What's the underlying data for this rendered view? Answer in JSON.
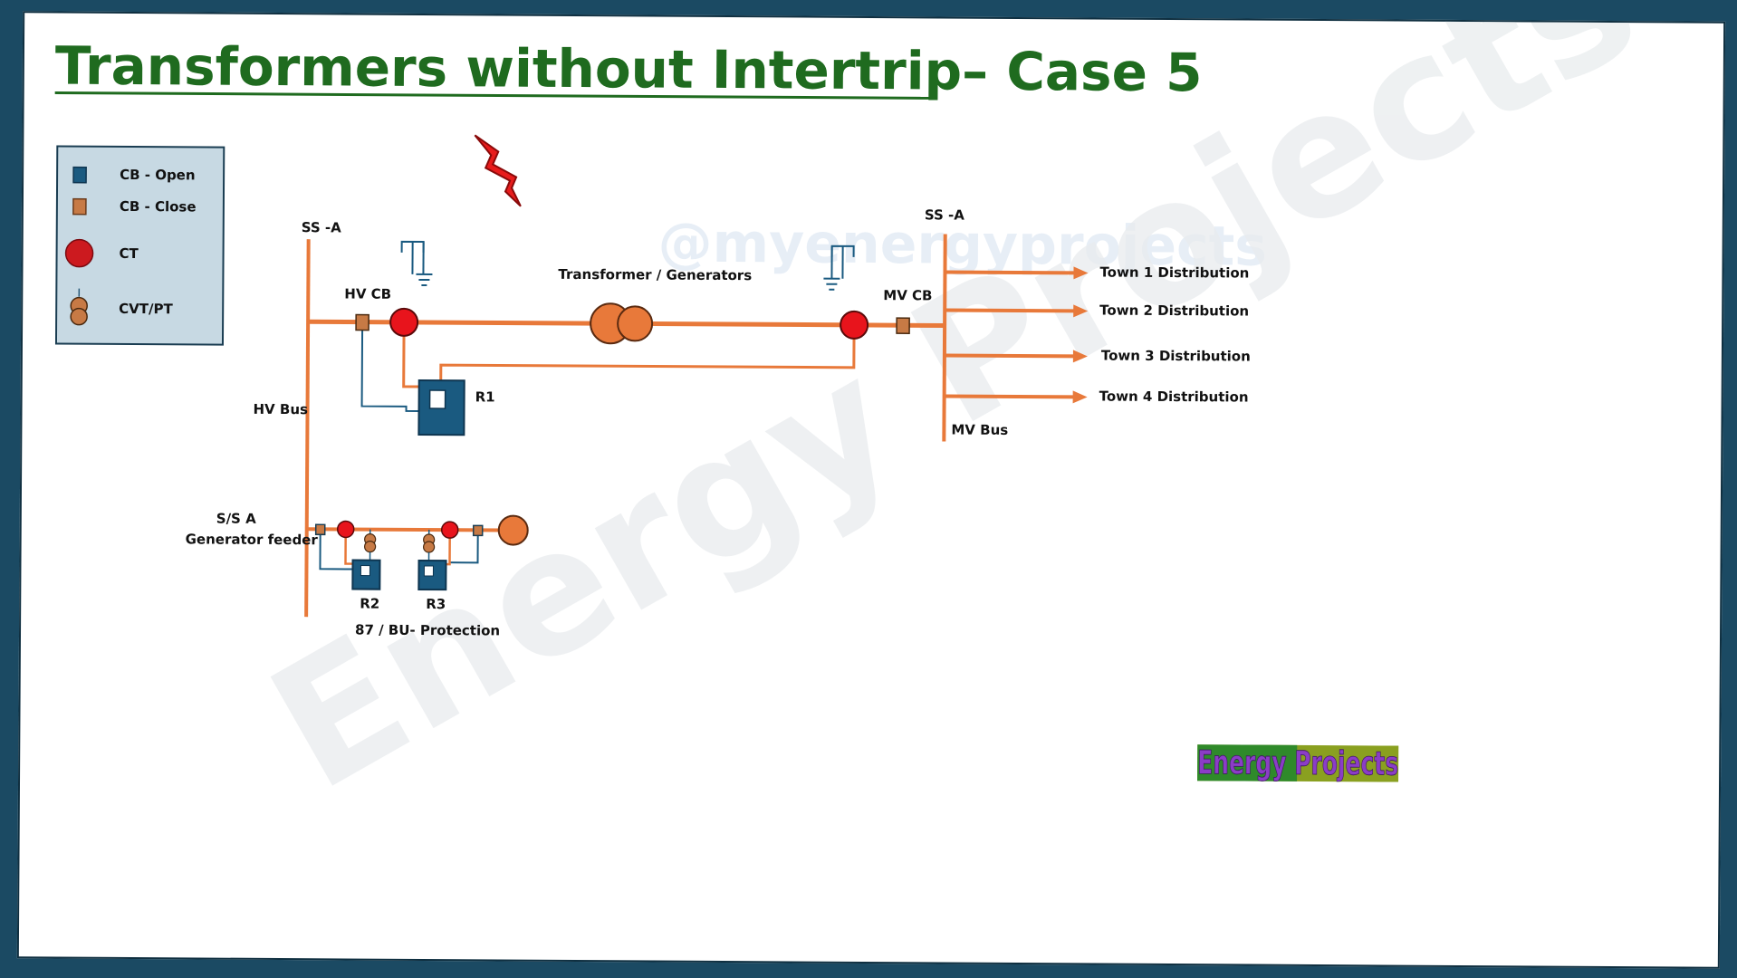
{
  "title": "Transformers  without Intertrip– Case 5",
  "watermark": {
    "handle": "@myenergyprojects",
    "big": "Energy Projects"
  },
  "legend": {
    "items": [
      {
        "symbol": "cb-open",
        "label": "CB - Open"
      },
      {
        "symbol": "cb-close",
        "label": "CB - Close"
      },
      {
        "symbol": "ct",
        "label": "CT"
      },
      {
        "symbol": "cvt",
        "label": "CVT/PT"
      }
    ]
  },
  "labels": {
    "ss_a_left": "SS -A",
    "ss_a_right": "SS -A",
    "hv_cb": "HV CB",
    "hv_bus": "HV Bus",
    "transformer": "Transformer / Generators",
    "mv_cb": "MV CB",
    "mv_bus": "MV Bus",
    "r1": "R1",
    "r2": "R2",
    "r3": "R3",
    "ssa_gen_line1": "S/S A",
    "ssa_gen_line2": "Generator feeder",
    "protection": "87 / BU- Protection"
  },
  "outputs": [
    "Town 1 Distribution",
    "Town 2 Distribution",
    "Town 3 Distribution",
    "Town 4 Distribution"
  ],
  "logo": {
    "text": "Energy Projects"
  },
  "colors": {
    "line": "#e8793a",
    "cb_open": "#1a5a80",
    "cb_close": "#c77a45",
    "ct": "#e8141c",
    "relay": "#1a5a80",
    "title": "#1f6b1f",
    "legend_bg": "#c7d9e3",
    "lightning": "#e81c1c"
  },
  "icons": [
    "lightning-icon",
    "earth-icon"
  ]
}
